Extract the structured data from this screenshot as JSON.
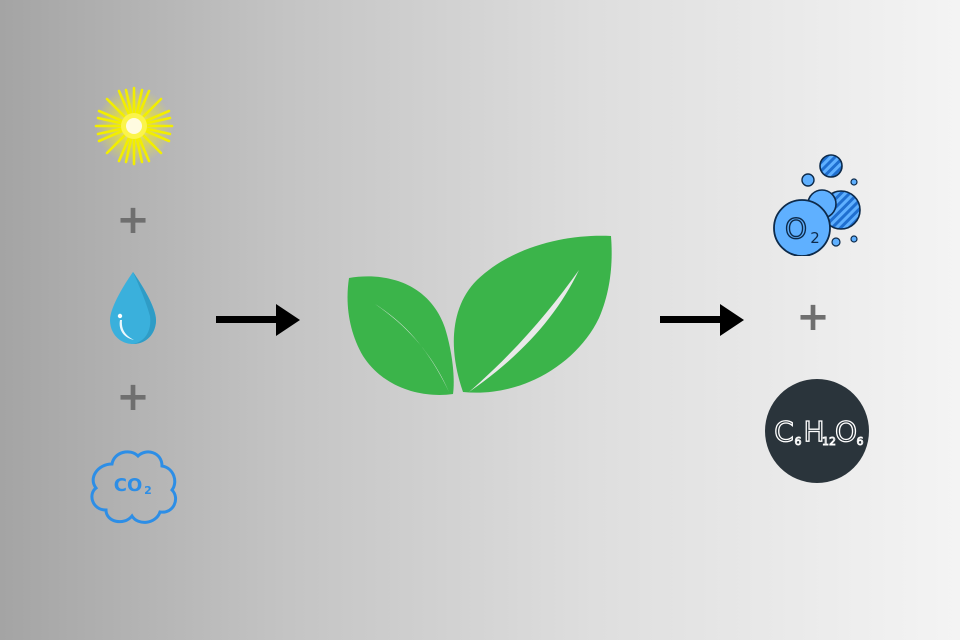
{
  "inputs": {
    "plus_1": "+",
    "plus_2": "+",
    "co2_text": "CO",
    "co2_sub": "2"
  },
  "outputs": {
    "o2_text": "O",
    "o2_sub": "2",
    "plus": "+",
    "glucose": {
      "c": "C",
      "c_sub": "6",
      "h": "H",
      "h_sub": "12",
      "o": "O",
      "o_sub": "6"
    }
  },
  "colors": {
    "sun": "#f6f000",
    "water": "#3ab0dc",
    "co2_cloud": "#2d8ee6",
    "leaf": "#3bb44a",
    "o2_light": "#5fb0ff",
    "o2_dark": "#1f6fd0",
    "glucose_bg": "#2a343b",
    "arrow": "#000000",
    "plus": "#6f6f6f"
  },
  "icons": [
    "sun-icon",
    "water-drop-icon",
    "co2-cloud-icon",
    "leaf-icon",
    "oxygen-bubbles-icon",
    "glucose-molecule-icon",
    "arrow-right-icon"
  ]
}
